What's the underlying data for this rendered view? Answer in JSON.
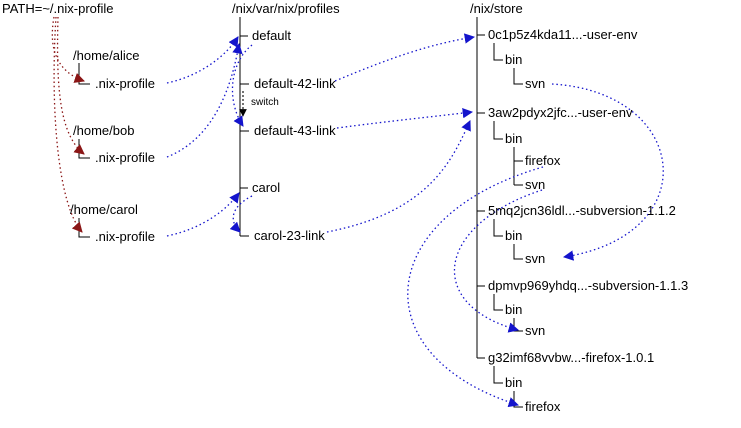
{
  "colors": {
    "background": "#ffffff",
    "tree_line": "#000000",
    "text": "#000000",
    "env_arrow": "#8b1616",
    "symlink_arrow": "#1414cc",
    "switch_arrow": "#000000"
  },
  "path_env": {
    "label": "PATH=~/.nix-profile"
  },
  "home_trees": [
    {
      "dir": "/home/alice",
      "child": ".nix-profile"
    },
    {
      "dir": "/home/bob",
      "child": ".nix-profile"
    },
    {
      "dir": "/home/carol",
      "child": ".nix-profile"
    }
  ],
  "profiles": {
    "root_label": "/nix/var/nix/profiles",
    "items": [
      {
        "label": "default"
      },
      {
        "label": "default-42-link"
      },
      {
        "label": "default-43-link"
      },
      {
        "label": "carol"
      },
      {
        "label": "carol-23-link"
      }
    ],
    "switch_label": "switch"
  },
  "store": {
    "root_label": "/nix/store",
    "entries": [
      {
        "label": "0c1p5z4kda11...-user-env",
        "bin_label": "bin",
        "children": [
          {
            "label": "svn"
          }
        ]
      },
      {
        "label": "3aw2pdyx2jfc...-user-env",
        "bin_label": "bin",
        "children": [
          {
            "label": "firefox"
          },
          {
            "label": "svn"
          }
        ]
      },
      {
        "label": "5mq2jcn36ldl...-subversion-1.1.2",
        "bin_label": "bin",
        "children": [
          {
            "label": "svn"
          }
        ]
      },
      {
        "label": "dpmvp969yhdq...-subversion-1.1.3",
        "bin_label": "bin",
        "children": [
          {
            "label": "svn"
          }
        ]
      },
      {
        "label": "g32imf68vvbw...-firefox-1.0.1",
        "bin_label": "bin",
        "children": [
          {
            "label": "firefox"
          }
        ]
      }
    ]
  },
  "links": [
    {
      "from": "PATH=~/.nix-profile",
      "to": "/home/alice/.nix-profile",
      "color": "#8b1616"
    },
    {
      "from": "PATH=~/.nix-profile",
      "to": "/home/bob/.nix-profile",
      "color": "#8b1616"
    },
    {
      "from": "PATH=~/.nix-profile",
      "to": "/home/carol/.nix-profile",
      "color": "#8b1616"
    },
    {
      "from": "/home/alice/.nix-profile",
      "to": "default",
      "color": "#1414cc"
    },
    {
      "from": "/home/bob/.nix-profile",
      "to": "default",
      "color": "#1414cc"
    },
    {
      "from": "/home/carol/.nix-profile",
      "to": "carol",
      "color": "#1414cc"
    },
    {
      "from": "default",
      "to": "default-43-link",
      "color": "#1414cc"
    },
    {
      "from": "carol",
      "to": "carol-23-link",
      "color": "#1414cc"
    },
    {
      "from": "default-42-link",
      "to": "0c1p5z4kda11...-user-env",
      "color": "#1414cc"
    },
    {
      "from": "default-43-link",
      "to": "3aw2pdyx2jfc...-user-env",
      "color": "#1414cc"
    },
    {
      "from": "carol-23-link",
      "to": "3aw2pdyx2jfc...-user-env",
      "color": "#1414cc"
    },
    {
      "from": "0c1p5z4kda11...-user-env/bin/svn",
      "to": "5mq2jcn36ldl...-subversion-1.1.2/bin/svn",
      "color": "#1414cc"
    },
    {
      "from": "3aw2pdyx2jfc...-user-env/bin/firefox",
      "to": "g32imf68vvbw...-firefox-1.0.1/bin/firefox",
      "color": "#1414cc"
    },
    {
      "from": "3aw2pdyx2jfc...-user-env/bin/svn",
      "to": "dpmvp969yhdq...-subversion-1.1.3/bin/svn",
      "color": "#1414cc"
    },
    {
      "from": "default-42-link",
      "to": "default-43-link",
      "color": "#000000",
      "label": "switch"
    }
  ]
}
